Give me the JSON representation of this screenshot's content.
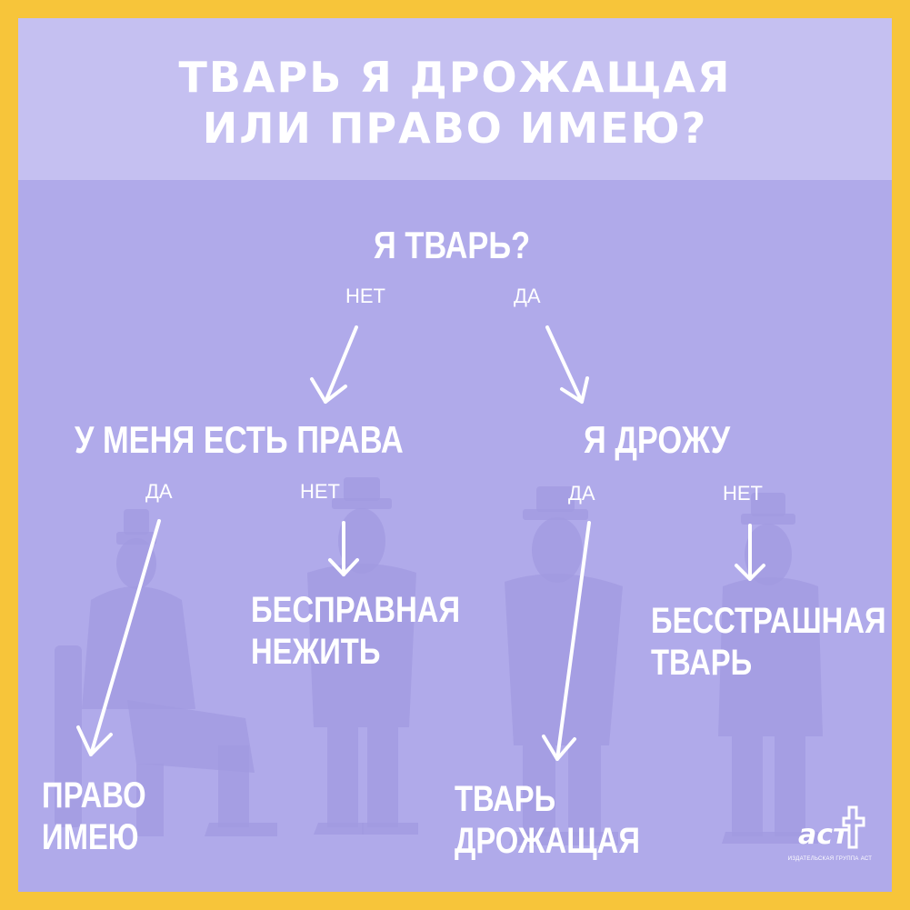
{
  "title": {
    "line1": "ТВАРЬ Я ДРОЖАЩАЯ",
    "line2": "ИЛИ ПРАВО ИМЕЮ?"
  },
  "tree": {
    "root": "Я ТВАРЬ?",
    "root_no": "НЕТ",
    "root_yes": "ДА",
    "left": {
      "question": "У МЕНЯ ЕСТЬ ПРАВА",
      "yes": "ДА",
      "no": "НЕТ",
      "yes_result_line1": "ПРАВО",
      "yes_result_line2": "ИМЕЮ",
      "no_result_line1": "БЕСПРАВНАЯ",
      "no_result_line2": "НЕЖИТЬ"
    },
    "right": {
      "question": "Я ДРОЖУ",
      "yes": "ДА",
      "no": "НЕТ",
      "yes_result_line1": "ТВАРЬ",
      "yes_result_line2": "ДРОЖАЩАЯ",
      "no_result_line1": "БЕССТРАШНАЯ",
      "no_result_line2": "ТВАРЬ"
    }
  },
  "logo": {
    "mark": "аст",
    "caption": "ИЗДАТЕЛЬСКАЯ ГРУППА АСТ"
  },
  "colors": {
    "border": "#f7c53a",
    "background": "#b0aaea",
    "header": "#c5c0f1",
    "text": "#ffffff"
  }
}
